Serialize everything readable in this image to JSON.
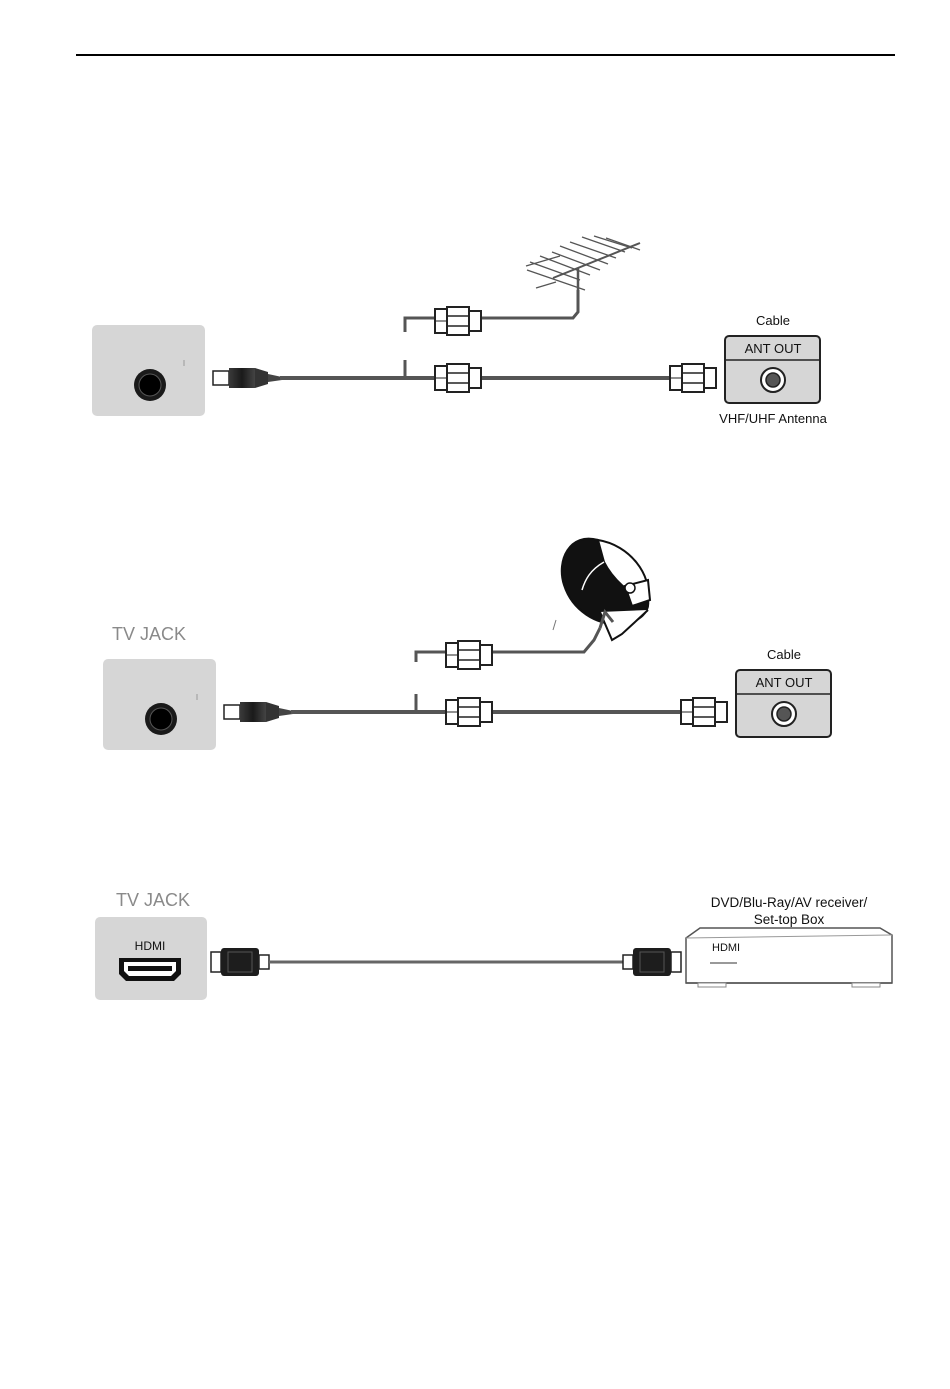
{
  "diagram1": {
    "cable_label": "Cable",
    "port_label": "ANT OUT",
    "antenna_label": "VHF/UHF Antenna"
  },
  "diagram2": {
    "jack_label": "TV JACK",
    "cable_label": "Cable",
    "port_label": "ANT OUT"
  },
  "diagram3": {
    "jack_label": "TV JACK",
    "tv_port_label": "HDMI",
    "device_label_line1": "DVD/Blu-Ray/AV receiver/",
    "device_label_line2": "Set-top Box",
    "device_port_label": "HDMI"
  }
}
